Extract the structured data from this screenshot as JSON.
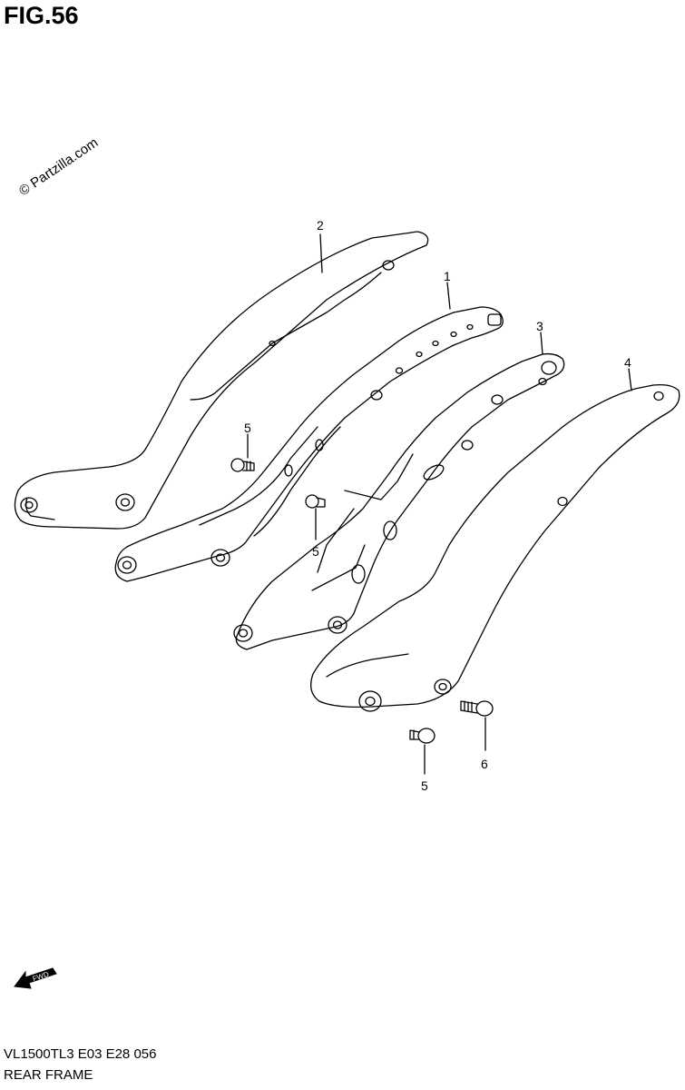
{
  "figure": {
    "title": "FIG.56",
    "watermark": "© Partzilla.com"
  },
  "callouts": {
    "part_1": "1",
    "part_2": "2",
    "part_3": "3",
    "part_4": "4",
    "part_5_a": "5",
    "part_5_b": "5",
    "part_5_c": "5",
    "part_6": "6"
  },
  "fwd_indicator": {
    "label": "FWD",
    "icon": "fwd-arrow-icon"
  },
  "footer": {
    "model_code": "VL1500TL3  E03  E28  056",
    "assembly_name": "REAR FRAME"
  }
}
